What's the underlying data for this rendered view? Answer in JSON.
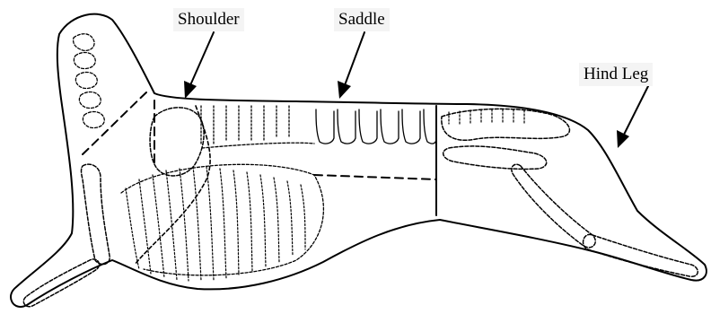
{
  "labels": {
    "shoulder": "Shoulder",
    "saddle": "Saddle",
    "hind_leg": "Hind Leg"
  },
  "colors": {
    "ink": "#000000",
    "label_background": "#f4f4f4",
    "page": "#ffffff"
  }
}
